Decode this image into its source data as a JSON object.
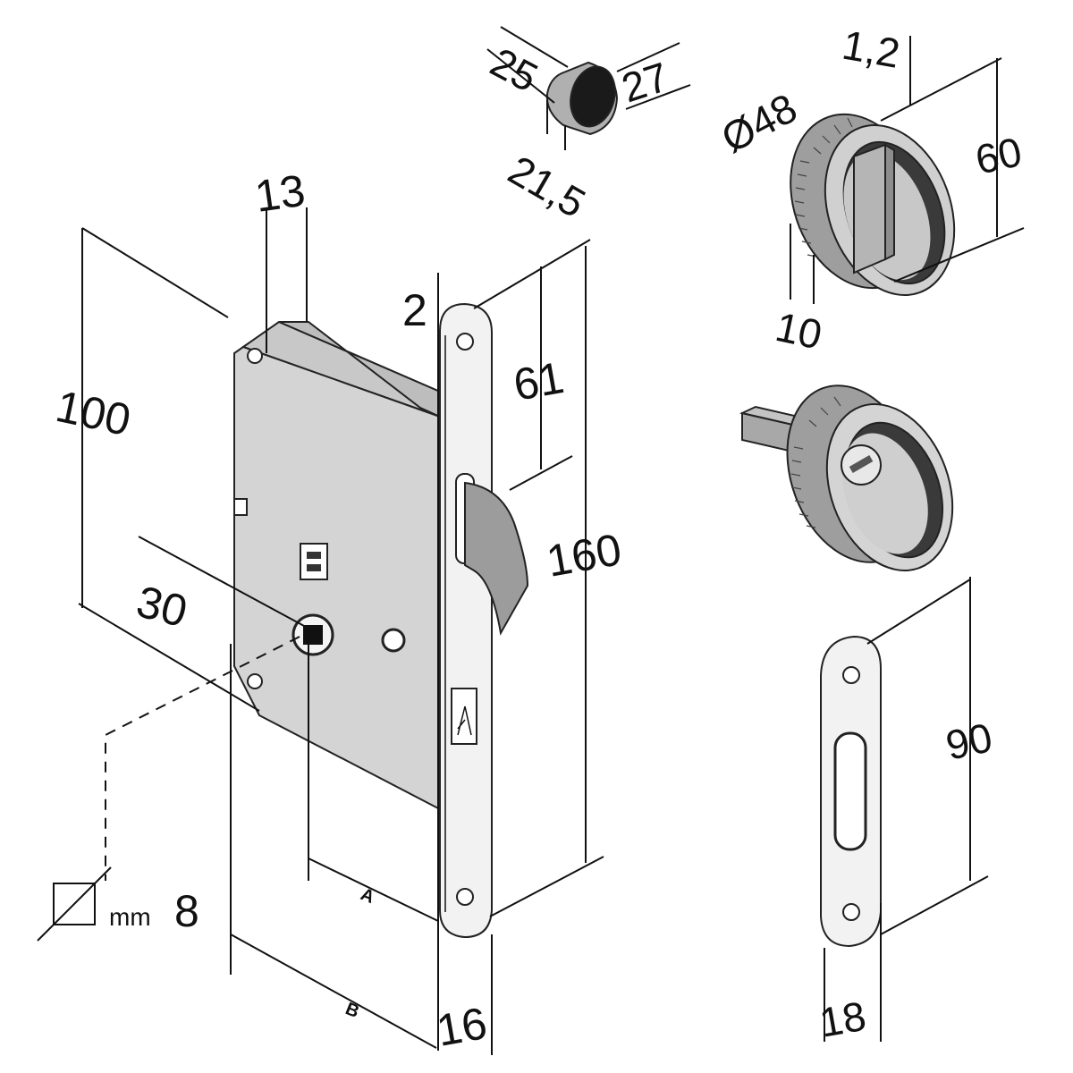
{
  "diagram": {
    "colors": {
      "line": "#111111",
      "body": "#d4d4d4",
      "body_side": "#bdbdbd",
      "body_top": "#c8c8c8",
      "faceplate": "#f2f2f2",
      "latch": "#9c9c9c",
      "knob_dark": "#3a3a3a",
      "ring": "#b0b0b0"
    },
    "dimensions": {
      "d13": "13",
      "d100": "100",
      "d30": "30",
      "d2": "2",
      "d61": "61",
      "d160": "160",
      "d16": "16",
      "label_a": "A",
      "label_b": "B",
      "square": "8",
      "square_unit": "mm",
      "cup_25": "25",
      "cup_27": "27",
      "cup_21_5": "21,5",
      "ring_diameter": "Ø48",
      "ring_1_2": "1,2",
      "ring_60": "60",
      "ring_10": "10",
      "strike_90": "90",
      "strike_18": "18"
    }
  }
}
